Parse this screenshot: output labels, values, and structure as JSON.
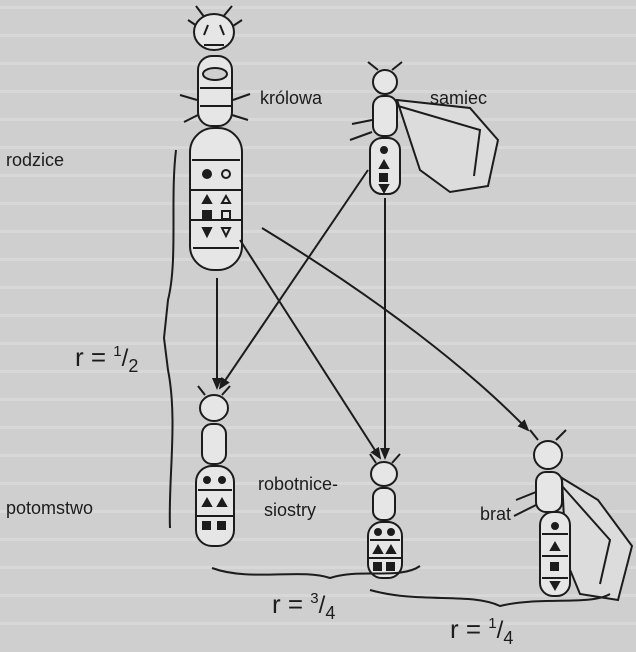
{
  "labels": {
    "queen": "królowa",
    "male": "samiec",
    "parents": "rodzice",
    "offspring": "potomstwo",
    "workers_line1": "robotnice-",
    "workers_line2": "siostry",
    "brother": "brat"
  },
  "relatedness": {
    "parent_offspring": {
      "prefix": "r = ",
      "numerator": "1",
      "denominator": "2"
    },
    "sisters": {
      "prefix": "r = ",
      "numerator": "3",
      "denominator": "4"
    },
    "brother": {
      "prefix": "r = ",
      "numerator": "1",
      "denominator": "4"
    }
  },
  "colors": {
    "ink": "#1c1c1c",
    "background": "#cfcfcf"
  }
}
